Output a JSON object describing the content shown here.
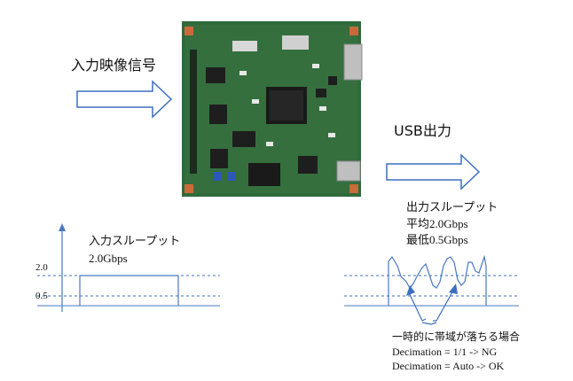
{
  "labels": {
    "input_video_signal": "入力映像信号",
    "usb_output": "USB出力",
    "input_throughput_title": "入力スループット",
    "input_throughput_value": "2.0Gbps",
    "output_throughput_title": "出力スループット",
    "output_avg": "平均2.0Gbps",
    "output_min": "最低0.5Gbps",
    "y_tick_high": "2.0",
    "y_tick_low": "0.5",
    "note_title": "一時的に帯域が落ちる場合",
    "note_line1": "Decimation = 1/1 -> NG",
    "note_line2": "Decimation = Auto -> OK"
  },
  "colors": {
    "pcb_green": "#2f6b3a",
    "pcb_dark": "#234f2b",
    "axis_blue": "#4a78c0",
    "dashed_blue": "#3d6fbf",
    "arrow_outline": "#3d6fbf",
    "pad_copper": "#c96a3a"
  },
  "icons": {
    "input_arrow": "arrow-right-outline-icon",
    "output_arrow": "arrow-right-outline-icon",
    "board": "fpga-board-photo"
  }
}
